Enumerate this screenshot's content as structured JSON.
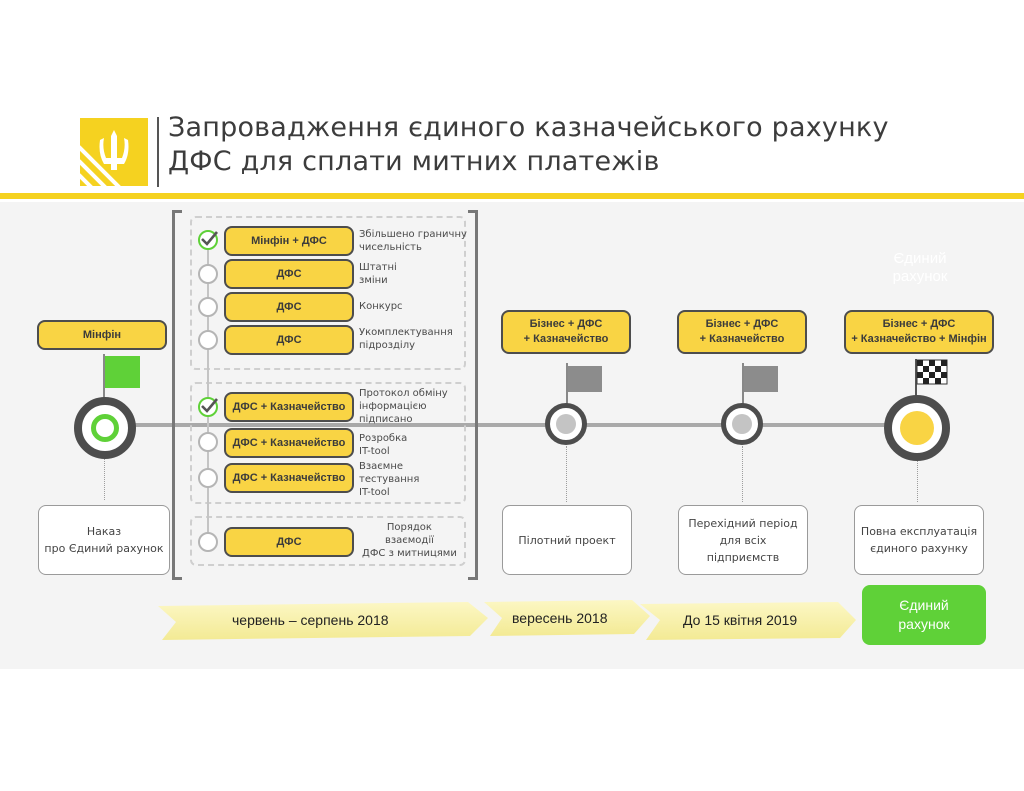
{
  "title": {
    "line1": "Запровадження єдиного казначейського рахунку",
    "line2": "ДФС для сплати митних платежів"
  },
  "colors": {
    "accent_yellow": "#f5d220",
    "pill_yellow": "#f9d444",
    "green": "#5fd138",
    "dark_gray": "#4d4d4d"
  },
  "ghost_text": {
    "line1": "Єдиний",
    "line2": "рахунок"
  },
  "start": {
    "pill": "Мінфін",
    "box_line1": "Наказ",
    "box_line2": "про Єдиний рахунок"
  },
  "groups": [
    {
      "steps": [
        {
          "pill": "Мінфін + ДФС",
          "done": true,
          "label1": "Збільшено граничну",
          "label2": "чисельність",
          "label3": ""
        },
        {
          "pill": "ДФС",
          "done": false,
          "label1": "Штатні",
          "label2": "зміни",
          "label3": ""
        },
        {
          "pill": "ДФС",
          "done": false,
          "label1": "Конкурс",
          "label2": "",
          "label3": ""
        },
        {
          "pill": "ДФС",
          "done": false,
          "label1": "Укомплектування",
          "label2": "підрозділу",
          "label3": ""
        }
      ]
    },
    {
      "steps": [
        {
          "pill": "ДФС + Казначейство",
          "done": true,
          "label1": "Протокол обміну",
          "label2": "інформацією",
          "label3": "підписано"
        },
        {
          "pill": "ДФС + Казначейство",
          "done": false,
          "label1": "Розробка",
          "label2": "IT-tool",
          "label3": ""
        },
        {
          "pill": "ДФС + Казначейство",
          "done": false,
          "label1": "Взаємне",
          "label2": "тестування",
          "label3": "IT-tool"
        }
      ]
    },
    {
      "steps": [
        {
          "pill": "ДФС",
          "done": false,
          "label1": "Порядок",
          "label2": "взаємодії",
          "label3": "ДФС з митницями"
        }
      ]
    }
  ],
  "milestones": [
    {
      "pill_line1": "Бізнес + ДФС",
      "pill_line2": "+ Казначейство",
      "box_line1": "Пілотний проект",
      "box_line2": "",
      "box_line3": ""
    },
    {
      "pill_line1": "Бізнес + ДФС",
      "pill_line2": "+ Казначейство",
      "box_line1": "Перехідний період",
      "box_line2": "для всіх",
      "box_line3": "підприємств"
    },
    {
      "pill_line1": "Бізнес + ДФС",
      "pill_line2": "+ Казначейство + Мінфін",
      "box_line1": "Повна експлуатація",
      "box_line2": "єдиного рахунку",
      "box_line3": ""
    }
  ],
  "phases": {
    "p1": "червень – серпень 2018",
    "p2": "вересень 2018",
    "p3": "До 15 квітня 2019",
    "final_line1": "Єдиний",
    "final_line2": "рахунок"
  }
}
